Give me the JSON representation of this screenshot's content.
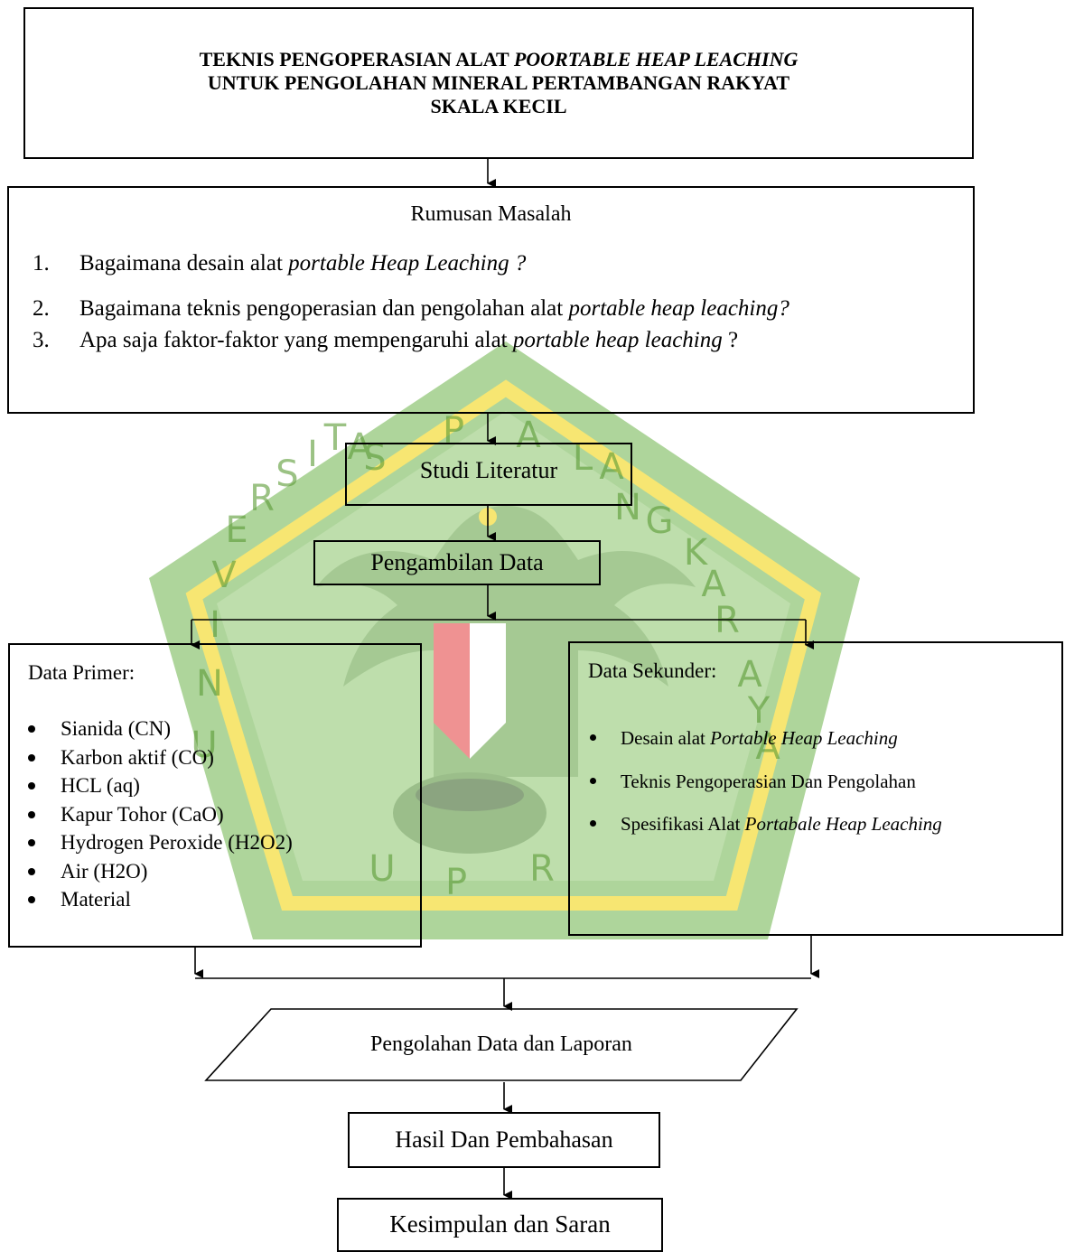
{
  "header": {
    "line1_prefix": "TEKNIS PENGOPERASIAN  ALAT ",
    "line1_italic": "POORTABLE HEAP LEACHING",
    "line2": "UNTUK PENGOLAHAN MINERAL PERTAMBANGAN RAKYAT",
    "line3": "SKALA KECIL"
  },
  "rumusan": {
    "heading": "Rumusan Masalah",
    "items": [
      {
        "num": "1.",
        "text": "Bagaimana desain  alat ",
        "italic": "portable  Heap  Leaching ?"
      },
      {
        "num": "2.",
        "text": "Bagaimana teknis pengoperasian dan pengolahan alat  ",
        "italic": "portable heap leaching?"
      },
      {
        "num": "3.",
        "text": "Apa saja faktor-faktor yang mempengaruhi alat ",
        "italic": "portable heap leaching",
        "suffix": " ?"
      }
    ]
  },
  "studi": "Studi Literatur",
  "pengambilan": "Pengambilan Data",
  "primer": {
    "heading": "Data Primer:",
    "items": [
      "Sianida (CN)",
      "Karbon aktif (CO)",
      "HCL (aq)",
      "Kapur Tohor (CaO)",
      "Hydrogen Peroxide (H2O2)",
      "Air (H2O)",
      "Material"
    ]
  },
  "sekunder": {
    "heading": "Data Sekunder:",
    "items": [
      {
        "text": "Desain alat  ",
        "italic": "Portable  Heap  Leaching"
      },
      {
        "text": "Teknis Pengoperasian  Dan Pengolahan",
        "italic": ""
      },
      {
        "text": "Spesifikasi Alat ",
        "italic": "Portabale  Heap  Leaching"
      }
    ]
  },
  "pengolahan": "Pengolahan Data dan Laporan",
  "hasil": "Hasil Dan Pembahasan",
  "kesimpulan": "Kesimpulan dan Saran",
  "watermark": {
    "letters": [
      "U",
      "N",
      "I",
      "V",
      "E",
      "R",
      "S",
      "I",
      "T",
      "A",
      "S",
      "P",
      "A",
      "L",
      "A",
      "N",
      "G",
      "K",
      "A",
      "R",
      "A",
      "Y",
      "A"
    ],
    "bottom": [
      "U",
      "P",
      "R"
    ],
    "color_green": "#5fa63a",
    "color_yellow": "#f0d000"
  }
}
